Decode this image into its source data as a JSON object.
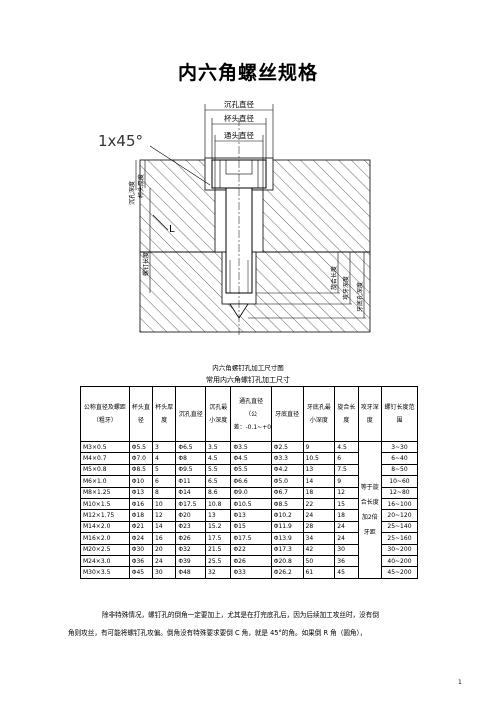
{
  "title": "内六角螺丝规格",
  "drawing": {
    "chamfer": "1x45°",
    "labels": {
      "counterbore_dia": "沉孔直径",
      "head_dia": "杯头直径",
      "through_dia": "通头直径",
      "counterbore_depth": "沉孔深度",
      "head_thickness": "杯头厚度",
      "screw_length": "螺钉长度",
      "L": "L",
      "engage_length": "旋合长度",
      "tap_depth": "攻牙深度",
      "bottom_hole_depth": "牙底孔深度"
    }
  },
  "caption1": "内六角螺钉孔加工尺寸图",
  "caption2": "常用内六角螺钉孔加工尺寸",
  "table": {
    "headers": [
      "公称直径及螺距（粗牙）",
      "杯头直径",
      "杯头厚度",
      "沉孔直径",
      "沉孔最小深度",
      "通孔直径（公差：-0.1~+0.1）",
      "牙底直径",
      "牙底孔最小深度",
      "旋合长度",
      "攻牙深度",
      "螺钉长度范围"
    ],
    "engage_note": "等于旋合长度加2倍牙距",
    "rows": [
      [
        "M3×0.5",
        "Φ5.5",
        "3",
        "Φ6.5",
        "3.5",
        "Φ3.5",
        "Φ2.5",
        "9",
        "4.5",
        "3~30"
      ],
      [
        "M4×0.7",
        "Φ7.0",
        "4",
        "Φ8",
        "4.5",
        "Φ4.5",
        "Φ3.3",
        "10.5",
        "6",
        "6~40"
      ],
      [
        "M5×0.8",
        "Φ8.5",
        "5",
        "Φ9.5",
        "5.5",
        "Φ5.5",
        "Φ4.2",
        "13",
        "7.5",
        "8~50"
      ],
      [
        "M6×1.0",
        "Φ10",
        "6",
        "Φ11",
        "6.5",
        "Φ6.6",
        "Φ5.0",
        "14",
        "9",
        "10~60"
      ],
      [
        "M8×1.25",
        "Φ13",
        "8",
        "Φ14",
        "8.6",
        "Φ9.0",
        "Φ6.7",
        "18",
        "12",
        "12~80"
      ],
      [
        "M10×1.5",
        "Φ16",
        "10",
        "Φ17.5",
        "10.8",
        "Φ10.5",
        "Φ8.5",
        "22",
        "15",
        "16~100"
      ],
      [
        "M12×1.75",
        "Φ18",
        "12",
        "Φ20",
        "13",
        "Φ13",
        "Φ10.2",
        "24",
        "18",
        "20~120"
      ],
      [
        "M14×2.0",
        "Φ21",
        "14",
        "Φ23",
        "15.2",
        "Φ15",
        "Φ11.9",
        "28",
        "24",
        "25~140"
      ],
      [
        "M16×2.0",
        "Φ24",
        "16",
        "Φ26",
        "17.5",
        "Φ17.5",
        "Φ13.9",
        "34",
        "24",
        "25~160"
      ],
      [
        "M20×2.5",
        "Φ30",
        "20",
        "Φ32",
        "21.5",
        "Φ22",
        "Φ17.3",
        "42",
        "30",
        "30~200"
      ],
      [
        "M24×3.0",
        "Φ36",
        "24",
        "Φ39",
        "25.5",
        "Φ26",
        "Φ20.8",
        "50",
        "36",
        "40~200"
      ],
      [
        "M30×3.5",
        "Φ45",
        "30",
        "Φ48",
        "32",
        "Φ33",
        "Φ26.2",
        "61",
        "45",
        "45~200"
      ]
    ]
  },
  "note1": "除非特殊情况，螺钉孔的倒角一定要加上，尤其是在打完底孔后，因为后续加工攻丝时，没有倒",
  "note2": "角则攻丝，有可能将螺钉孔攻偏。倒角没有特殊要求要倒 C 角，就是 45°的角。如果倒 R 角（圆角），",
  "page_number": "1"
}
